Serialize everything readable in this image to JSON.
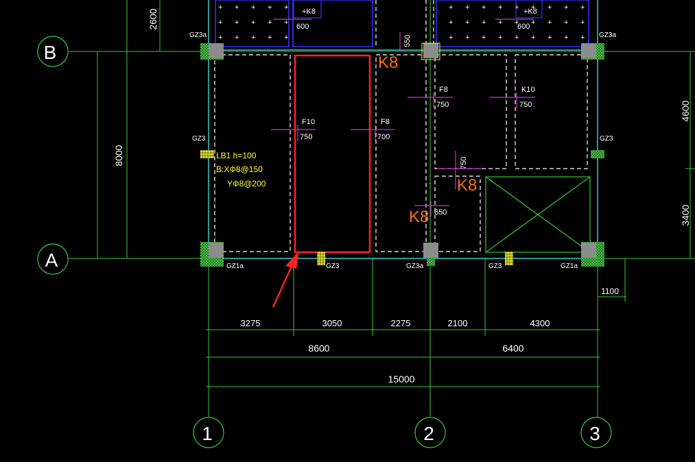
{
  "grid": {
    "axis_B": "B",
    "axis_A": "A",
    "axis_1": "1",
    "axis_2": "2",
    "axis_3": "3"
  },
  "dimensions": {
    "left_2600": "2600",
    "left_8000": "8000",
    "right_4600": "4600",
    "right_3400": "3400",
    "offset_1100": "1100",
    "bottom_3275": "3275",
    "bottom_3050": "3050",
    "bottom_2275": "2275",
    "bottom_2100": "2100",
    "bottom_4300": "4300",
    "bottom_8600": "8600",
    "bottom_6400": "6400",
    "bottom_15000": "15000"
  },
  "columns": {
    "gz3a_top_left": "GZ3a",
    "gz3a_top_right": "GZ3a",
    "gz3_left": "GZ3",
    "gz3_right": "GZ3",
    "gz1a_bottom_left": "GZ1a",
    "gz3_bottom_mid": "GZ3",
    "gz3a_bottom_center": "GZ3a",
    "gz3_bottom_right": "GZ3",
    "gz1a_bottom_right": "GZ1a"
  },
  "slab_note": {
    "line1": "LB1 h=100",
    "line2": "B:XΦ8@150",
    "line3": "YΦ8@200"
  },
  "beams": {
    "f10_label": "F10",
    "f10_size": "750",
    "f8_left_label": "F8",
    "f8_left_size": "700",
    "f8_right_label": "F8",
    "f8_right_size": "750",
    "k10_label": "K10",
    "k10_size": "750",
    "v750": "750",
    "h650": "650",
    "v550": "550",
    "k8_top_label": "+K8",
    "k8_top_size": "600",
    "k8_top2_label": "+K8",
    "k8_top2_size": "600"
  },
  "k8_marks": {
    "k8_1": "K8",
    "k8_2": "K8",
    "k8_3": "K8"
  },
  "colors": {
    "background": "#000000",
    "grid_line": "#33cc33",
    "wall_cyan": "#33cccc",
    "dash_white": "#ffffff",
    "highlight_red": "#ff2222",
    "annotation_orange": "#ff6a1a",
    "text_yellow": "#ffff33",
    "beam_magenta": "#cc33cc",
    "blue_box": "#3333ff",
    "column_gray": "#8c8c8c"
  }
}
